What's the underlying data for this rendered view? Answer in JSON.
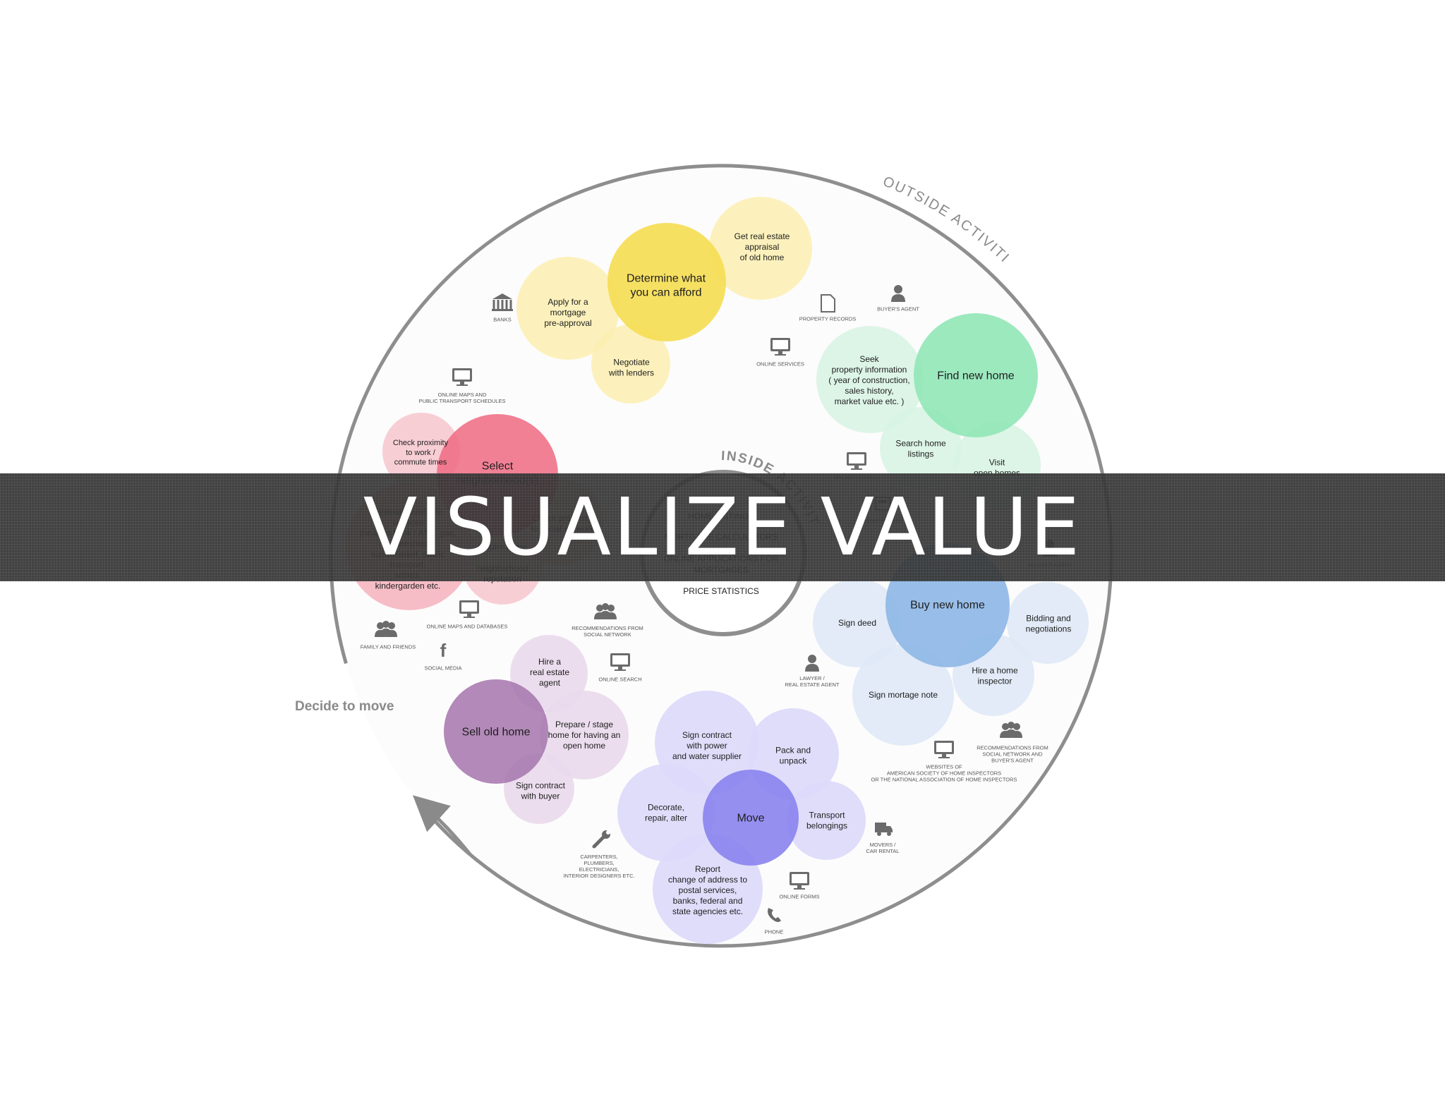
{
  "banner": {
    "title": "VISUALIZE VALUE"
  },
  "labels": {
    "outside": "OUTSIDE ACTIVITIES",
    "inside": "INSIDE ACTIVITIES",
    "decide": "Decide to move"
  },
  "center_items": [
    "HOME LISTINGS",
    "MORTGAGE CALCULATORS",
    "ONLINE APPLICATIONS FOR",
    "MORTGAGES",
    "PRICE STATISTICS"
  ],
  "circles": {
    "determine": [
      "Determine what",
      "you can afford"
    ],
    "appraisal": [
      "Get real estate",
      "appraisal",
      "of old home"
    ],
    "mortgage": [
      "Apply for a",
      "mortgage",
      "pre-approval"
    ],
    "negotiate": [
      "Negotiate",
      "with lenders"
    ],
    "find": [
      "Find new home"
    ],
    "seek": [
      "Seek",
      "property information",
      "( year of construction,",
      "sales history,",
      "market value etc. )"
    ],
    "search": [
      "Search home",
      "listings"
    ],
    "visit": [
      "Visit",
      "open homes"
    ],
    "select": [
      "Select",
      "neighborhood(s)"
    ],
    "proximity_work": [
      "Check proximity",
      "to work /",
      "commute times"
    ],
    "services": [
      "Evaluate available",
      "services",
      "(nearest bank / ATM, gas,",
      "coffeeshop,",
      "supermarket, public",
      "transport,",
      "school,",
      "kindergarden etc."
    ],
    "proximity_social": [
      "Check proximity",
      "to social network"
    ],
    "crime": [
      "Inquire crime"
    ],
    "reputation": [
      "neighborhood",
      "reputation"
    ],
    "buy": [
      "Buy new home"
    ],
    "deed": [
      "Sign deed"
    ],
    "bidding": [
      "Bidding and",
      "negotiations"
    ],
    "inspector": [
      "Hire a home",
      "inspector"
    ],
    "mortgage_note": [
      "Sign mortage note"
    ],
    "sell": [
      "Sell old home"
    ],
    "agent": [
      "Hire a",
      "real estate",
      "agent"
    ],
    "stage": [
      "Prepare / stage",
      "home for having an",
      "open home"
    ],
    "contract_buyer": [
      "Sign contract",
      "with buyer"
    ],
    "move": [
      "Move"
    ],
    "power": [
      "Sign contract",
      "with power",
      "and water supplier"
    ],
    "pack": [
      "Pack and",
      "unpack"
    ],
    "decorate": [
      "Decorate,",
      "repair, alter"
    ],
    "transport": [
      "Transport",
      "belongings"
    ],
    "report": [
      "Report",
      "change of address to",
      "postal services,",
      "banks, federal and",
      "state agencies etc."
    ]
  },
  "resources": {
    "banks": [
      "BANKS"
    ],
    "property_records": [
      "PROPERTY RECORDS"
    ],
    "buyers_agent": [
      "BUYER'S AGENT"
    ],
    "online_services": [
      "ONLINE SERVICES"
    ],
    "maps_transport": [
      "ONLINE MAPS AND",
      "PUBLIC TRANSPORT SCHEDULES"
    ],
    "online_listings": [
      "ONLINE LISTINGS"
    ],
    "newspapers": [
      "NEWSPAPERS"
    ],
    "seller_agent": [
      "SELLER'S AGENT"
    ],
    "family": [
      "FAMILY AND FRIENDS"
    ],
    "social_media": [
      "SOCIAL MEDIA"
    ],
    "maps_db": [
      "ONLINE MAPS AND DATABASES"
    ],
    "recommend_social": [
      "RECOMMENDATIONS FROM",
      "SOCIAL NETWORK"
    ],
    "online_search": [
      "ONLINE SEARCH"
    ],
    "lawyer": [
      "LAWYER /",
      "REAL ESTATE AGENT"
    ],
    "websites": [
      "WEBSITES OF",
      "AMERICAN SOCIETY OF HOME INSPECTORS",
      "OR THE NATIONAL ASSOCIATION OF HOME INSPECTORS"
    ],
    "recommend_agent": [
      "RECOMMENDATIONS FROM",
      "SOCIAL NETWORK AND",
      "BUYER'S AGENT"
    ],
    "movers": [
      "MOVERS /",
      "CAR RENTAL"
    ],
    "carpenters": [
      "CARPENTERS,",
      "PLUMBERS,",
      "ELECTRICIANS,",
      "INTERIOR DESIGNERS ETC."
    ],
    "online_forms": [
      "ONLINE FORMS"
    ],
    "phone": [
      "PHONE"
    ]
  }
}
